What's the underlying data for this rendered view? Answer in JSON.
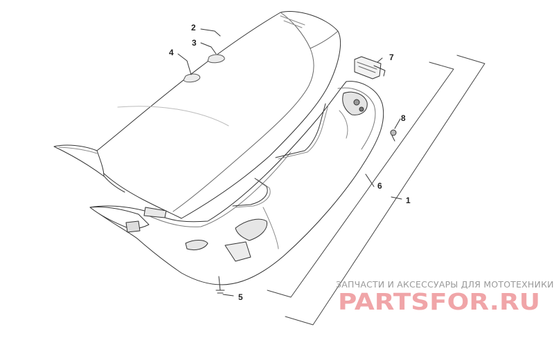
{
  "diagram": {
    "callouts": [
      "1",
      "2",
      "3",
      "4",
      "5",
      "6",
      "7",
      "8"
    ]
  },
  "watermark": {
    "tagline": "ЗАПЧАСТИ И АКСЕССУАРЫ ДЛЯ МОТОТЕХНИКИ",
    "logo_text": "PARTSFOR.RU",
    "logo_color": "#f0a5a8",
    "tagline_color": "#9a9a9a"
  }
}
